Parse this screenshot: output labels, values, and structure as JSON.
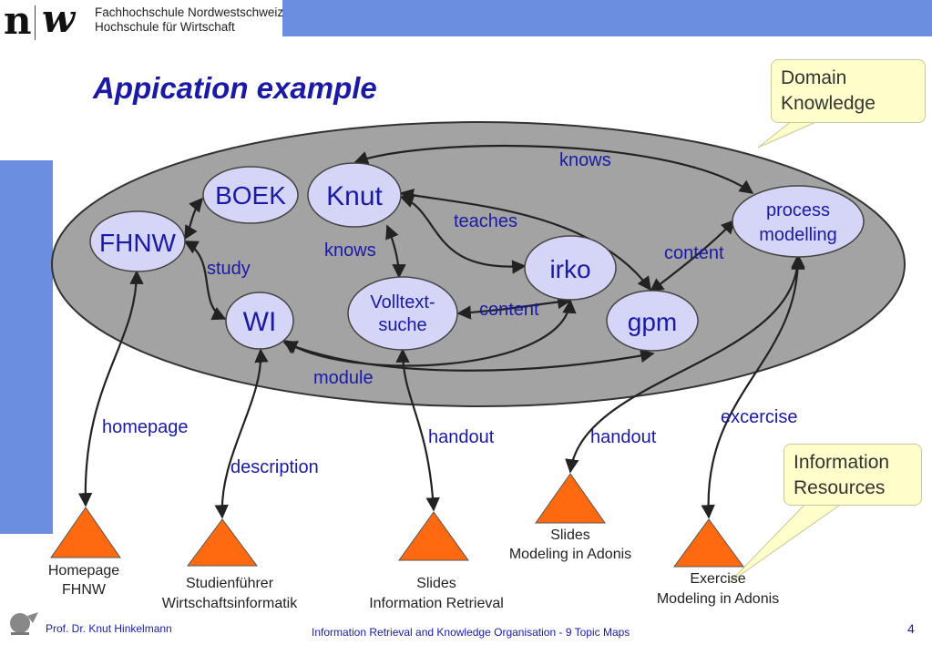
{
  "header": {
    "logo_n": "n",
    "logo_w": "w",
    "school_line1": "Fachhochschule Nordwestschweiz",
    "school_line2": "Hochschule für Wirtschaft"
  },
  "title": "Appication example",
  "callouts": {
    "domain_line1": "Domain",
    "domain_line2": "Knowledge",
    "info_line1": "Information",
    "info_line2": "Resources"
  },
  "nodes": {
    "boek": "BOEK",
    "knut": "Knut",
    "fhnw": "FHNW",
    "wi": "WI",
    "volltext_line1": "Volltext-",
    "volltext_line2": "suche",
    "irko": "irko",
    "gpm": "gpm",
    "process_line1": "process",
    "process_line2": "modelling"
  },
  "edges": {
    "knows_top": "knows",
    "teaches": "teaches",
    "knows_mid": "knows",
    "study": "study",
    "content_left": "content",
    "content_right": "content",
    "module": "module",
    "homepage": "homepage",
    "description": "description",
    "handout_left": "handout",
    "handout_right": "handout",
    "excercise": "excercise"
  },
  "documents": {
    "homepage_line1": "Homepage",
    "homepage_line2": "FHNW",
    "studienfuehrer_line1": "Studienführer",
    "studienfuehrer_line2": "Wirtschaftsinformatik",
    "slides_ir_line1": "Slides",
    "slides_ir_line2": "Information Retrieval",
    "slides_adonis_line1": "Slides",
    "slides_adonis_line2": "Modeling in Adonis",
    "exercise_line1": "Exercise",
    "exercise_line2": "Modeling in Adonis"
  },
  "footer": {
    "author": "Prof. Dr. Knut Hinkelmann",
    "course": "Information Retrieval and Knowledge Organisation - 9 Topic Maps",
    "page": "4"
  },
  "colors": {
    "accent_blue": "#6b8ee0",
    "title_blue": "#1a1aa6",
    "ellipse_gray": "#a3a3a3",
    "node_fill": "#d5d5f7",
    "triangle_orange": "#ff6a10",
    "callout_yellow": "#ffffcc"
  }
}
